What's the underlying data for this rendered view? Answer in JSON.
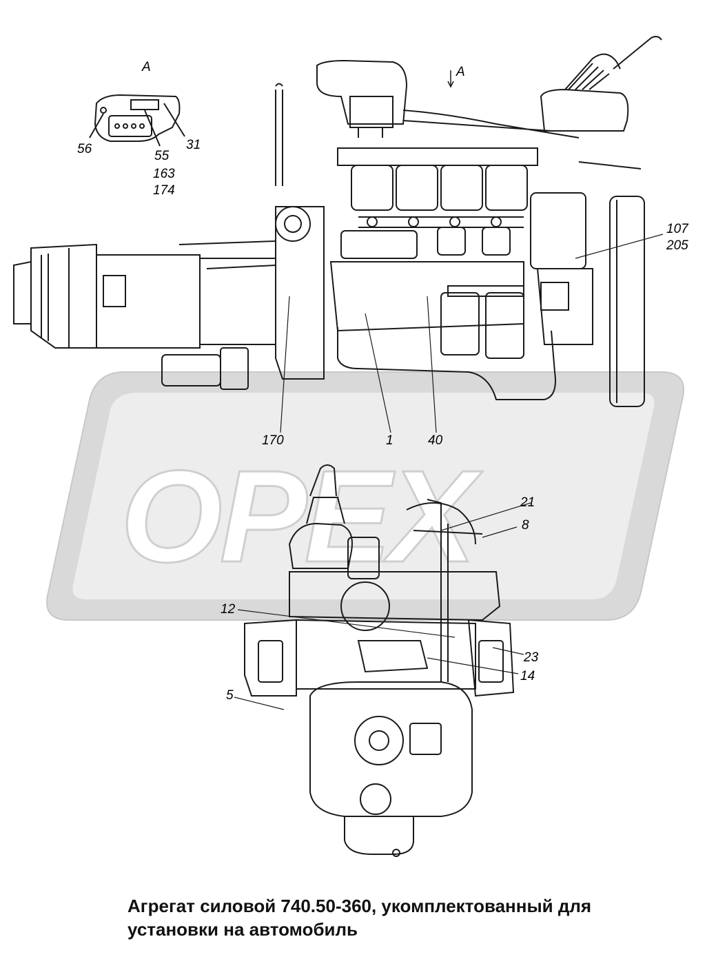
{
  "watermark": {
    "text": "OPEX"
  },
  "view_a": {
    "title": "A",
    "labels": [
      "56",
      "55",
      "31",
      "163",
      "174"
    ]
  },
  "side_view": {
    "arrow_label": "A",
    "callouts": [
      "107",
      "205",
      "170",
      "1",
      "40"
    ]
  },
  "front_view": {
    "callouts": [
      "21",
      "8",
      "12",
      "23",
      "14",
      "5"
    ]
  },
  "caption": {
    "line1": "Агрегат силовой 740.50-360, укомплектованный для",
    "line2": "установки на автомобиль"
  },
  "colors": {
    "line": "#1a1a1a",
    "watermark": "#d6d6d6",
    "background": "#ffffff"
  }
}
